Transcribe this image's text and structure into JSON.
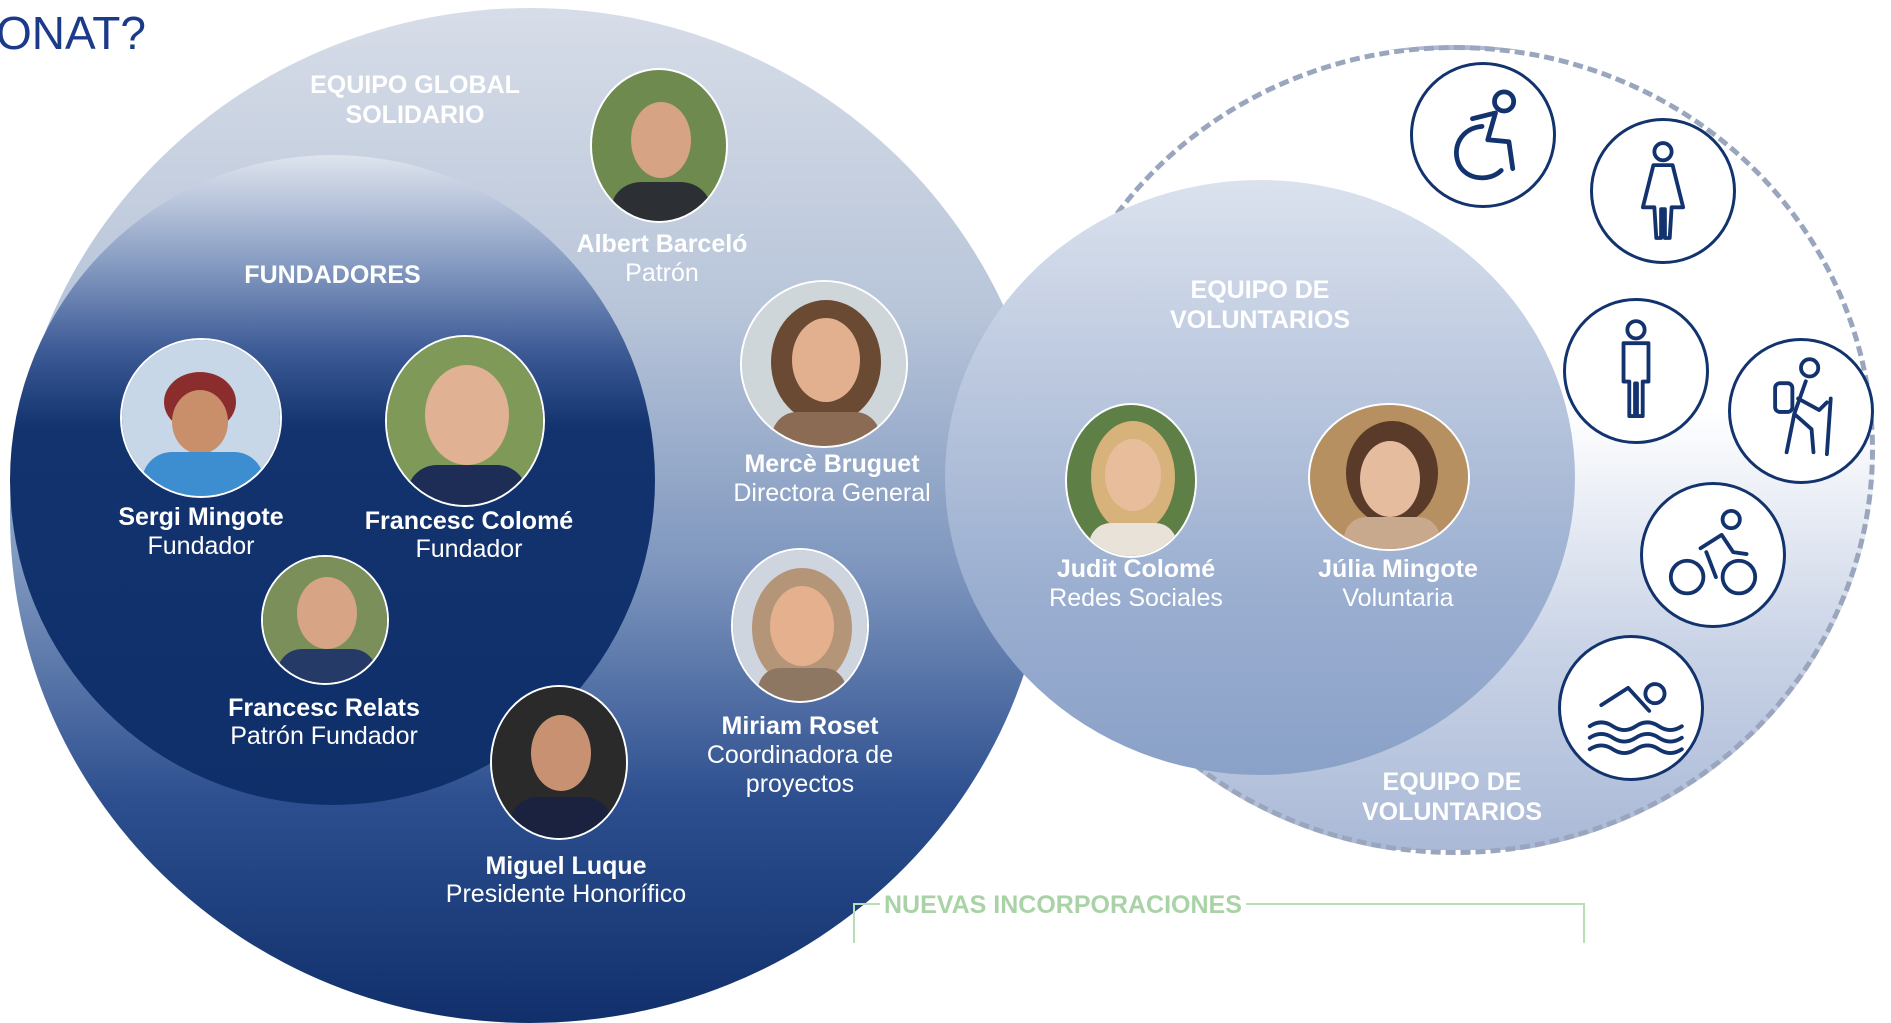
{
  "title": "ONAT?",
  "sections": {
    "global": "EQUIPO GLOBAL SOLIDARIO",
    "founders": "FUNDADORES",
    "volunteers_inner": "EQUIPO DE VOLUNTARIOS",
    "volunteers_outer": "EQUIPO DE VOLUNTARIOS"
  },
  "people": [
    {
      "name": "Albert Barceló",
      "role": "Patrón"
    },
    {
      "name": "Mercè Bruguet",
      "role": "Directora General"
    },
    {
      "name": "Miriam Roset",
      "role": "Coordinadora de proyectos"
    },
    {
      "name": "Sergi Mingote",
      "role": "Fundador"
    },
    {
      "name": "Francesc Colomé",
      "role": "Fundador"
    },
    {
      "name": "Francesc Relats",
      "role": "Patrón Fundador"
    },
    {
      "name": "Miguel Luque",
      "role": "Presidente Honorífico"
    },
    {
      "name": "Judit Colomé",
      "role": "Redes Sociales"
    },
    {
      "name": "Júlia Mingote",
      "role": "Voluntaria"
    }
  ],
  "icons": [
    "wheelchair-icon",
    "woman-icon",
    "man-icon",
    "hiker-icon",
    "cyclist-icon",
    "swimmer-icon"
  ],
  "new_members": {
    "label": "NUEVAS INCORPORACIONES"
  },
  "colors": {
    "navy": "#0f2f6a",
    "title_blue": "#1b3a8a",
    "green_label": "#a9d3a6",
    "dashed_gray": "#9aa6be"
  }
}
